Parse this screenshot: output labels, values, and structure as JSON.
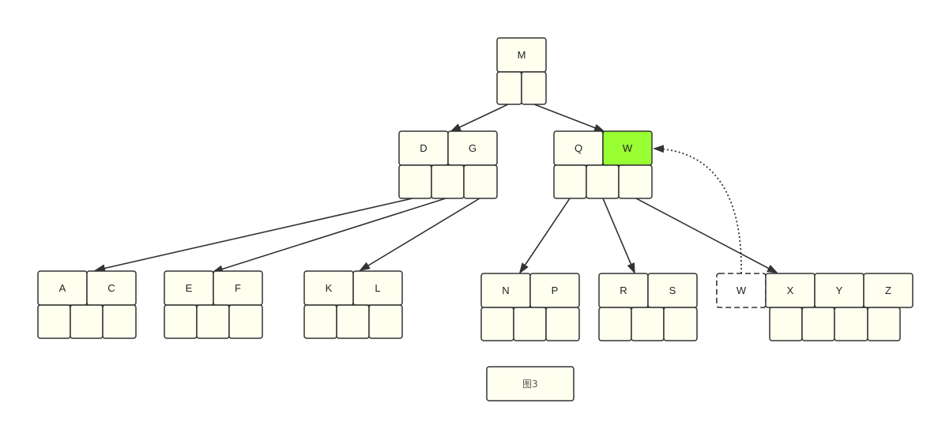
{
  "colors": {
    "box_fill": "#FFFFF0",
    "box_stroke": "#333333",
    "highlight_fill": "#99FF33",
    "edge": "#333333"
  },
  "nodes": {
    "root": {
      "keys": [
        "M"
      ]
    },
    "dg": {
      "keys": [
        "D",
        "G"
      ]
    },
    "qw": {
      "keys": [
        "Q",
        "W"
      ],
      "highlighted_key": "W"
    },
    "ac": {
      "keys": [
        "A",
        "C"
      ]
    },
    "ef": {
      "keys": [
        "E",
        "F"
      ]
    },
    "kl": {
      "keys": [
        "K",
        "L"
      ]
    },
    "np": {
      "keys": [
        "N",
        "P"
      ]
    },
    "rs": {
      "keys": [
        "R",
        "S"
      ]
    },
    "wxyz": {
      "keys": [
        "W",
        "X",
        "Y",
        "Z"
      ],
      "moved_key": "W"
    }
  },
  "caption": "图3"
}
